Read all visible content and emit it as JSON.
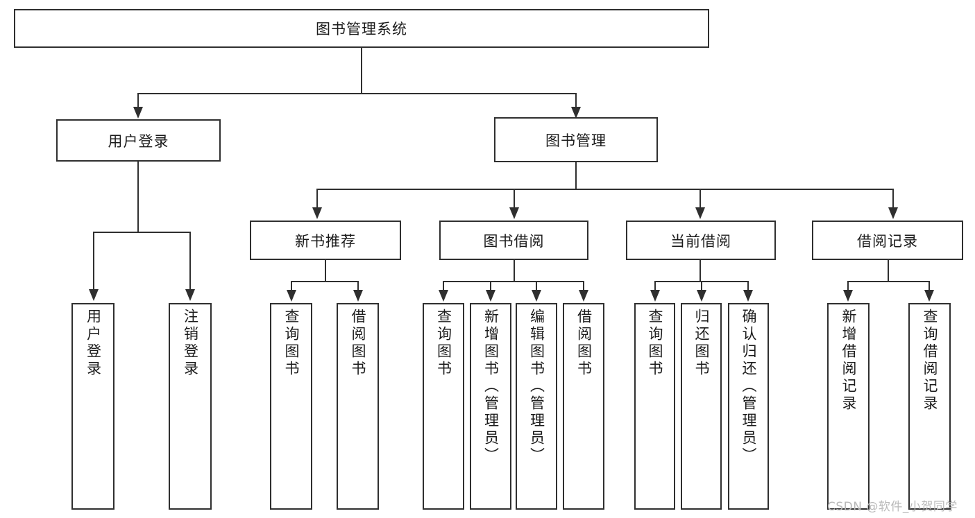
{
  "diagram": {
    "title_node": {
      "label": "图书管理系统"
    },
    "level1": [
      {
        "id": "user-login",
        "label": "用户登录"
      },
      {
        "id": "book-manage",
        "label": "图书管理"
      }
    ],
    "level2": [
      {
        "id": "new-book-recommend",
        "label": "新书推荐"
      },
      {
        "id": "book-borrow",
        "label": "图书借阅"
      },
      {
        "id": "current-borrow",
        "label": "当前借阅"
      },
      {
        "id": "borrow-record",
        "label": "借阅记录"
      }
    ],
    "leaves": {
      "user_login": [
        {
          "id": "leaf-user-login",
          "label": "用户登录"
        },
        {
          "id": "leaf-logout-login",
          "label": "注销登录"
        }
      ],
      "new_book_recommend": [
        {
          "id": "leaf-query-book-1",
          "label": "查询图书"
        },
        {
          "id": "leaf-borrow-book-1",
          "label": "借阅图书"
        }
      ],
      "book_borrow": [
        {
          "id": "leaf-query-book-2",
          "label": "查询图书"
        },
        {
          "id": "leaf-add-book",
          "label": "新增图书（管理员）"
        },
        {
          "id": "leaf-edit-book",
          "label": "编辑图书（管理员）"
        },
        {
          "id": "leaf-borrow-book-2",
          "label": "借阅图书"
        }
      ],
      "current_borrow": [
        {
          "id": "leaf-query-book-3",
          "label": "查询图书"
        },
        {
          "id": "leaf-return-book",
          "label": "归还图书"
        },
        {
          "id": "leaf-confirm-return",
          "label": "确认归还（管理员）"
        }
      ],
      "borrow_record": [
        {
          "id": "leaf-add-record",
          "label": "新增借阅记录"
        },
        {
          "id": "leaf-query-record",
          "label": "查询借阅记录"
        }
      ]
    }
  },
  "watermark": {
    "text": "CSDN @软件_小贺同学"
  },
  "colors": {
    "stroke": "#2f2f2f",
    "background": "#ffffff",
    "text": "#1b1b1b",
    "watermark": "#b9b9b9"
  }
}
